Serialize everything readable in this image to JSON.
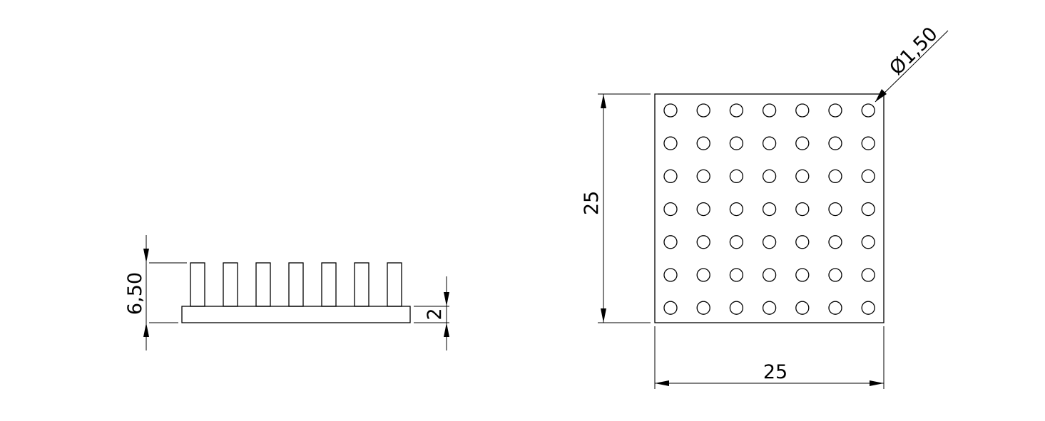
{
  "dimensions": {
    "pin_height": "6,50",
    "base_thickness": "2",
    "plate_height": "25",
    "plate_width": "25",
    "pin_diameter": "Ø1,50"
  },
  "pin_grid": {
    "rows": 7,
    "cols": 7
  },
  "side_view": {
    "pin_count": 7
  },
  "colors": {
    "line": "#000000",
    "background": "#ffffff"
  }
}
